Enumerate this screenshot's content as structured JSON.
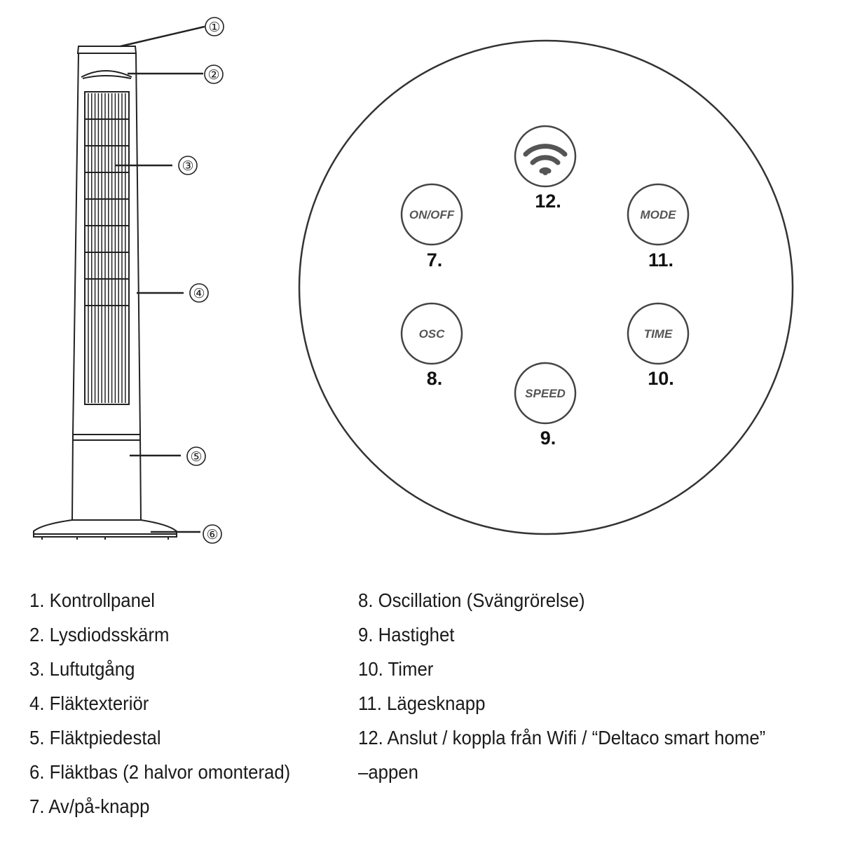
{
  "callouts": [
    "①",
    "②",
    "③",
    "④",
    "⑤",
    "⑥"
  ],
  "buttons": {
    "wifi": {
      "icon": "wifi-icon",
      "number": "12."
    },
    "onoff": {
      "label": "ON/OFF",
      "number": "7."
    },
    "mode": {
      "label": "MODE",
      "number": "11."
    },
    "osc": {
      "label": "OSC",
      "number": "8."
    },
    "time": {
      "label": "TIME",
      "number": "10."
    },
    "speed": {
      "label": "SPEED",
      "number": "9."
    }
  },
  "legend_left": [
    "1. Kontrollpanel",
    "2. Lysdiodsskärm",
    "3. Luftutgång",
    "4. Fläktexteriör",
    "5. Fläktpiedestal",
    "6. Fläktbas (2 halvor omonterad)",
    "7. Av/på-knapp"
  ],
  "legend_right": [
    "8. Oscillation (Svängrörelse)",
    "9. Hastighet",
    "10. Timer",
    "11. Lägesknapp",
    "12. Anslut / koppla från Wifi / “Deltaco smart home”",
    "–appen"
  ],
  "colors": {
    "line": "#222222",
    "button_border": "#444444",
    "button_text": "#555555"
  }
}
